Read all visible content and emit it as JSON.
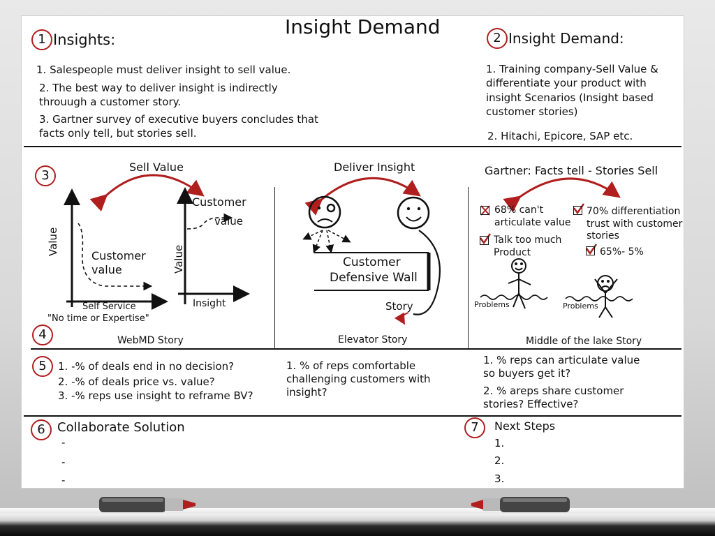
{
  "title": "Insight Demand",
  "section1": {
    "number": "1",
    "heading": "Insights:",
    "items": [
      "1. Salespeople must deliver insight to sell value.",
      "2. The best way to deliver insight is indirectly",
      "throuugh a customer story.",
      "3. Gartner survey of executive buyers concludes that",
      "facts only tell, but stories sell."
    ]
  },
  "section2": {
    "number": "2",
    "heading": "Insight Demand:",
    "items": [
      "1. Training company-Sell Value &",
      "differentiate your product with",
      "insight Scenarios (Insight based",
      "customer stories)",
      "2. Hitachi, Epicore, SAP etc."
    ]
  },
  "section3": {
    "number": "3"
  },
  "webmd": {
    "arrow_label": "Sell Value",
    "left_y_axis": "Value",
    "left_curve_label_1": "Customer",
    "left_curve_label_2": "value",
    "self_service": "Self Service",
    "no_time": "\"No time or Expertise\"",
    "right_y_axis": "Value",
    "right_curve_label_1": "Customer",
    "right_curve_label_2": "value",
    "right_x_axis": "Insight",
    "caption": "WebMD Story"
  },
  "elevator": {
    "arrow_label": "Deliver Insight",
    "wall_line_1": "Customer",
    "wall_line_2": "Defensive Wall",
    "story": "Story",
    "caption": "Elevator Story"
  },
  "lake": {
    "arrow_label": "Gartner: Facts tell - Stories Sell",
    "check1_line1": "68% can't",
    "check1_line2": "articulate value",
    "check2_line1": "70% differentiation",
    "check2_line2": "trust with customer",
    "check2_line3": "stories",
    "check3_line1": "Talk too much",
    "check3_line2": "Product",
    "check4": "65%- 5%",
    "problems_left": "Problems",
    "problems_right": "Problems",
    "caption": "Middle of the lake Story"
  },
  "section4": {
    "number": "4"
  },
  "section5": {
    "number": "5",
    "col1": [
      "1. -% of deals end in no decision?",
      "2. -% of deals price vs. value?",
      "3. -% reps use insight to reframe BV?"
    ],
    "col2": [
      "1.  % of reps comfortable",
      "challenging customers with",
      "insight?"
    ],
    "col3": [
      "1. % reps can articulate value",
      "so buyers get it?",
      "2. % areps share customer",
      "stories? Effective?"
    ]
  },
  "section6": {
    "number": "6",
    "heading": "Collaborate Solution",
    "items": [
      "-",
      "-",
      "-"
    ]
  },
  "section7": {
    "number": "7",
    "heading": "Next Steps",
    "items": [
      "1.",
      "2.",
      "3."
    ]
  },
  "colors": {
    "accent_red": "#b01e1e",
    "ink": "#111111",
    "board": "#ffffff"
  }
}
